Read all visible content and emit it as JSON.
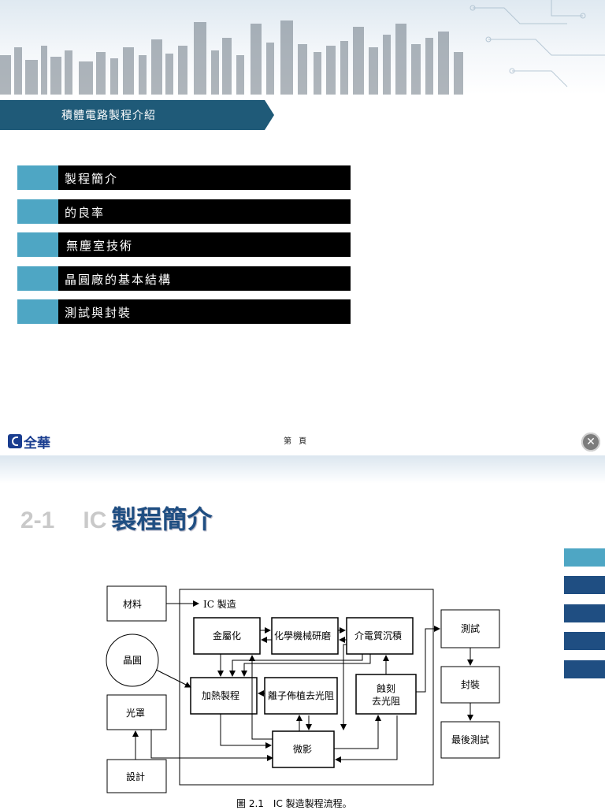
{
  "slide1": {
    "title": "積體電路製程介紹",
    "menu": [
      {
        "label": "製程簡介"
      },
      {
        "label": "的良率"
      },
      {
        "label": "無塵室技術"
      },
      {
        "label": "晶圓廠的基本結構"
      },
      {
        "label": "測試與封裝"
      }
    ]
  },
  "footer": {
    "logo_text": "全華",
    "page_label": "第 頁",
    "close_icon": "close-icon"
  },
  "slide2": {
    "section_number": "2-1",
    "section_prefix": "IC",
    "section_title": "製程簡介",
    "side_tabs": [
      {
        "active": true
      },
      {
        "active": false
      },
      {
        "active": false
      },
      {
        "active": false
      },
      {
        "active": false
      }
    ],
    "diagram": {
      "materials": "材料",
      "ic_manufacture": "IC 製造",
      "wafer": "晶圓",
      "mask": "光罩",
      "design": "設計",
      "metallization": "金屬化",
      "cmp": "化學機械研磨",
      "dielectric": "介電質沉積",
      "thermal": "加熱製程",
      "implant": "離子佈植去光阻",
      "etch_1": "蝕刻",
      "etch_2": "去光阻",
      "litho": "微影",
      "test": "測試",
      "package": "封裝",
      "final_test": "最後測試"
    },
    "caption": "圖 2.1　IC 製造製程流程。"
  },
  "colors": {
    "banner": "#1f5a78",
    "tab_accent": "#4ea6c4",
    "tab_dark": "#1f4e82",
    "menu_bar": "#000000"
  }
}
